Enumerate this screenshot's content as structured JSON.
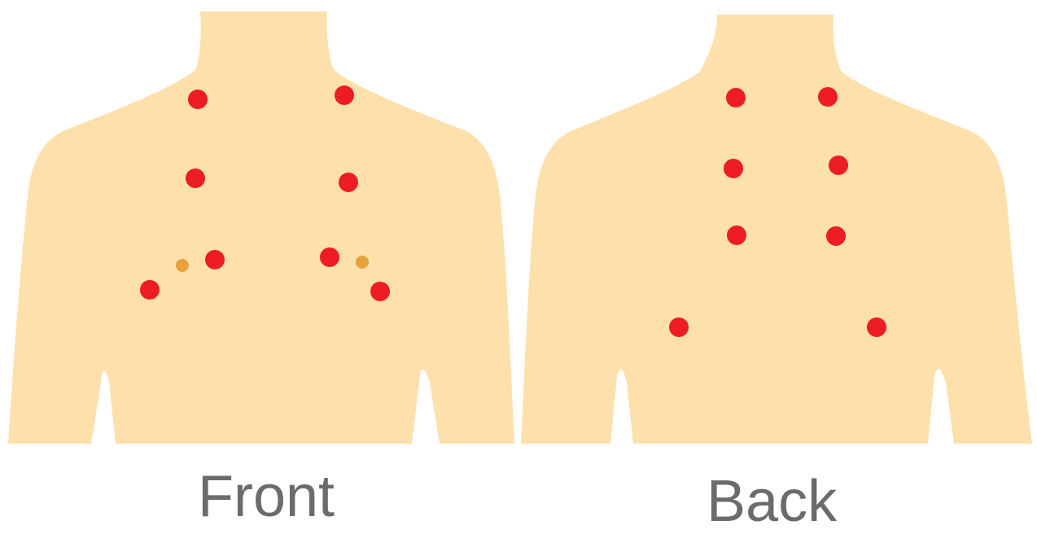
{
  "colors": {
    "background": "#ffffff",
    "body_fill": "#fde0ab",
    "marker_red": "#ee1c24",
    "marker_orange": "#e8a23c",
    "label": "#6b6b6b"
  },
  "views": {
    "front": {
      "label": "Front",
      "red_markers": 8,
      "orange_markers": 2
    },
    "back": {
      "label": "Back",
      "red_markers": 8,
      "orange_markers": 0
    }
  }
}
